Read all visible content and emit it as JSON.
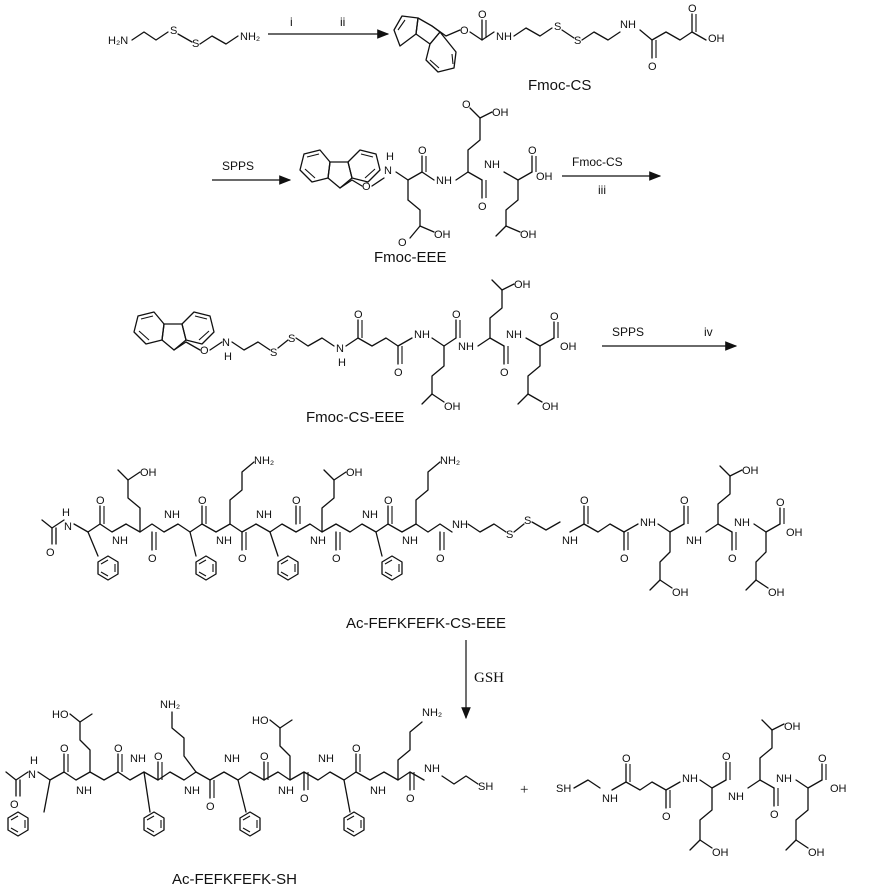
{
  "atoms": {
    "h2n": "H₂N",
    "nh2": "NH₂",
    "s": "S",
    "o": "O",
    "nh": "NH",
    "oh": "OH",
    "h": "H",
    "n": "N",
    "sh": "SH",
    "ho": "HO",
    "cooh_left": "OH",
    "nh2_sub": "NH₂"
  },
  "reagents": {
    "step_i": "i",
    "step_ii": "ii",
    "spps_1": "SPPS",
    "fmoc_cs_reagent": "Fmoc-CS",
    "step_iii": "iii",
    "spps_2": "SPPS",
    "step_iv": "iv",
    "gsh": "GSH",
    "plus": "+"
  },
  "compounds": {
    "fmoc_cs": "Fmoc-CS",
    "fmoc_eee": "Fmoc-EEE",
    "fmoc_cs_eee": "Fmoc-CS-EEE",
    "ac_full": "Ac-FEFKFEFK-CS-EEE",
    "ac_sh": "Ac-FEFKFEFK-SH"
  }
}
